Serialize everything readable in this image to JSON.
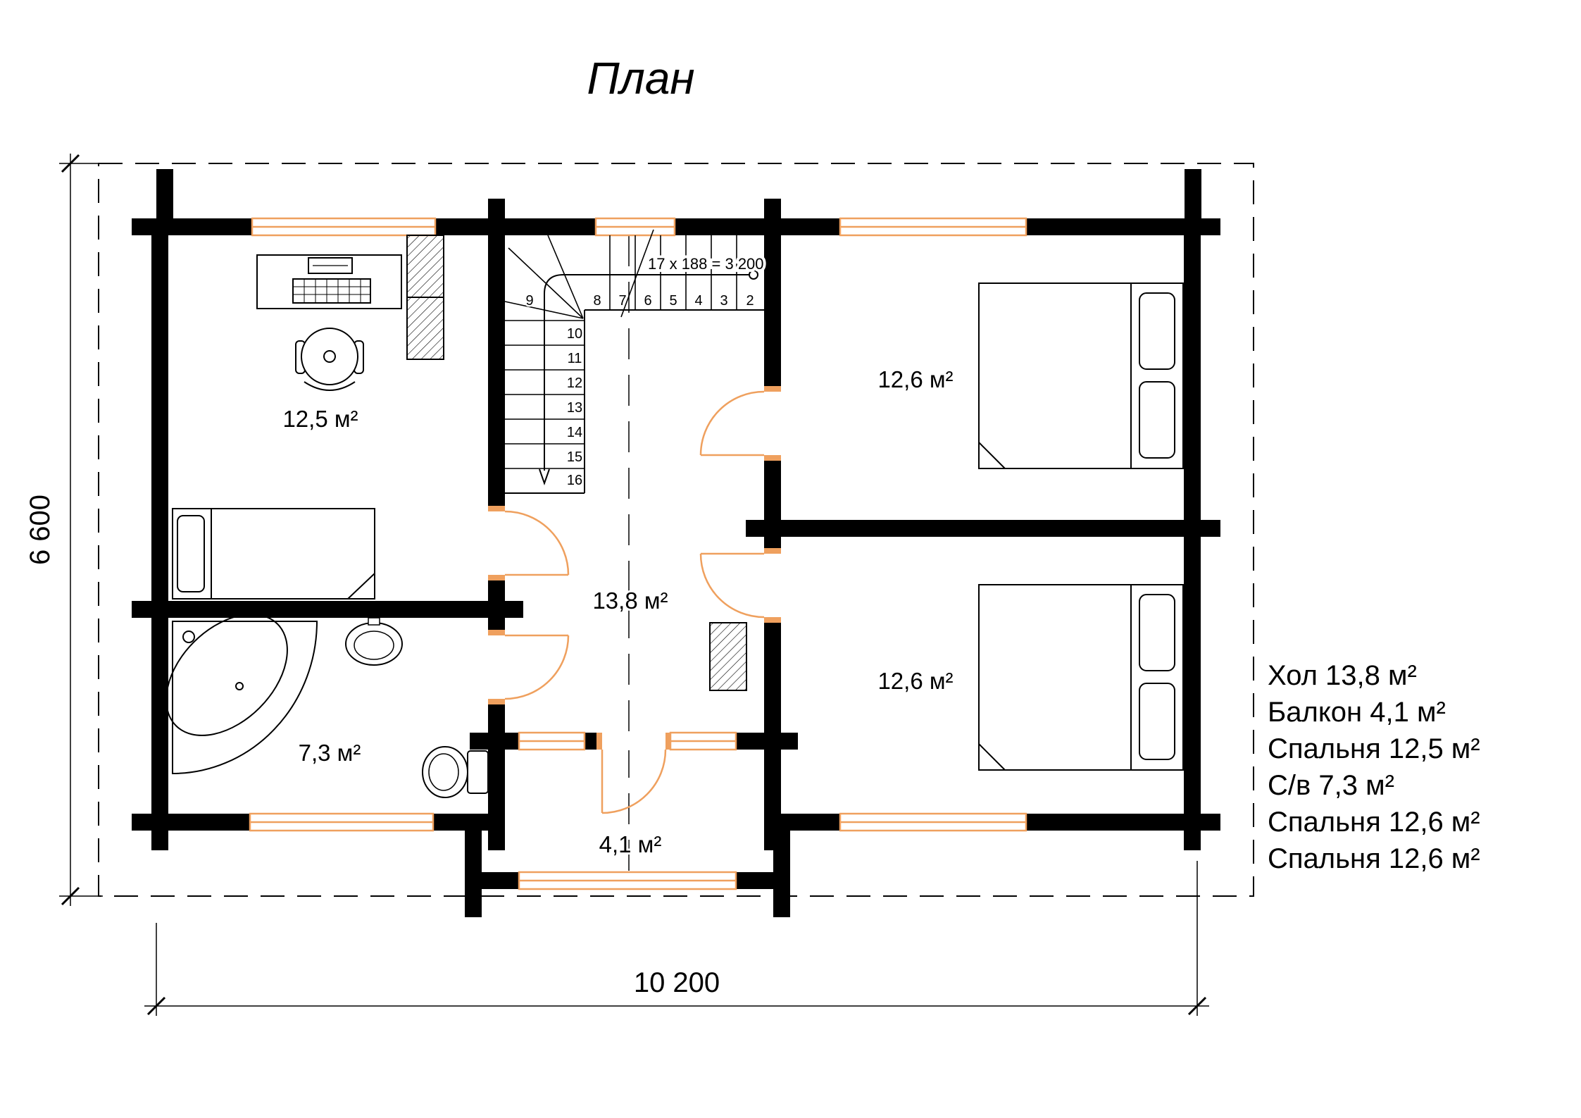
{
  "title": "План",
  "colors": {
    "walls": "#000000",
    "joinery": "#EFA05E"
  },
  "dimensions": {
    "width_total": "10 200",
    "height_total": "6 600"
  },
  "rooms": {
    "bedroom_left": "12,5 м²",
    "bedroom_top_right": "12,6 м²",
    "hall": "13,8 м²",
    "bedroom_bottom_right": "12,6 м²",
    "bathroom": "7,3 м²",
    "balcony": "4,1 м²"
  },
  "stairs": {
    "annotation": "17 x 188 = 3 200",
    "step_numbers": [
      "2",
      "3",
      "4",
      "5",
      "6",
      "7",
      "8",
      "9",
      "10",
      "11",
      "12",
      "13",
      "14",
      "15",
      "16"
    ]
  },
  "legend": [
    "Хол 13,8 м²",
    "Балкон 4,1 м²",
    "Спальня 12,5 м²",
    "С/в 7,3 м²",
    "Спальня 12,6 м²",
    "Спальня 12,6 м²"
  ]
}
